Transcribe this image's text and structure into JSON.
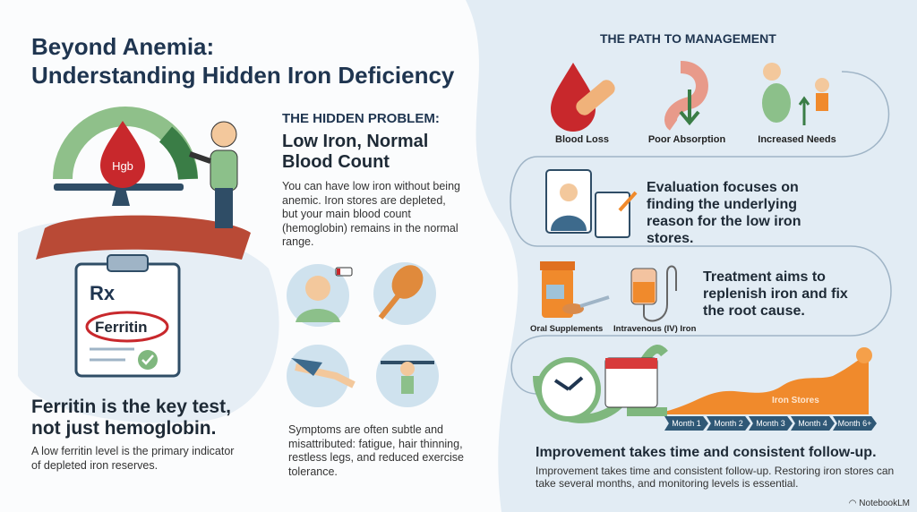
{
  "title_line1": "Beyond Anemia:",
  "title_line2": "Understanding Hidden Iron Deficiency",
  "hidden_problem": {
    "eyebrow": "THE HIDDEN PROBLEM:",
    "heading": "Low Iron, Normal Blood Count",
    "body": "You can have low iron without being anemic. Iron stores are depleted, but your main blood count (hemoglobin) remains in the normal range.",
    "drop_label": "Hgb"
  },
  "ferritin": {
    "rx": "Rx",
    "label": "Ferritin",
    "heading": "Ferritin is the key test, not just hemoglobin.",
    "body": "A low ferritin level is the primary indicator of depleted iron reserves."
  },
  "symptoms": {
    "body": "Symptoms are often subtle and misattributed: fatigue, hair thinning, restless legs, and reduced exercise tolerance."
  },
  "management": {
    "title": "THE PATH TO MANAGEMENT",
    "causes": [
      "Blood Loss",
      "Poor Absorption",
      "Increased Needs"
    ],
    "evaluation": "Evaluation focuses on finding the underlying reason for the low iron stores.",
    "treatment": "Treatment aims to replenish iron and fix the root cause.",
    "treatments": [
      "Oral Supplements",
      "Intravenous (IV) Iron"
    ],
    "chart_label": "Iron Stores",
    "months": [
      "Month 1",
      "Month 2",
      "Month 3",
      "Month 4",
      "Month 6+"
    ],
    "improvement_heading": "Improvement takes time and consistent follow-up.",
    "improvement_body": "Improvement takes time and consistent follow-up. Restoring iron stores can take several months, and monitoring levels is essential."
  },
  "branding": "NotebookLM",
  "colors": {
    "navy": "#1f3550",
    "red": "#c8282c",
    "orange": "#f08a2c",
    "green": "#7fb77e",
    "bg": "#e2ecf4"
  }
}
